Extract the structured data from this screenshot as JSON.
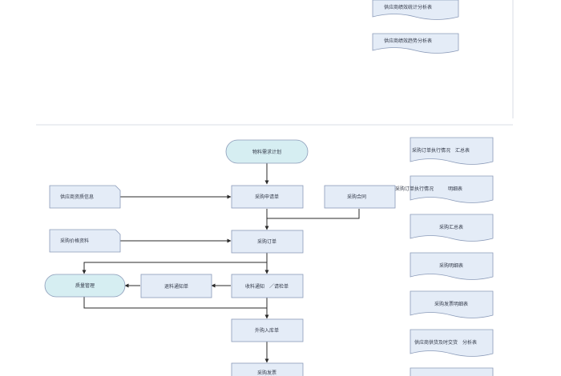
{
  "top_docs": [
    "供应商绩效统计分析表",
    "供应商绩效趋势分析表"
  ],
  "process": {
    "start": "物料需求计划",
    "requisition": "采购申请单",
    "contract": "采购合同",
    "order": "采购订单",
    "receiving": "收料通知　／请检单",
    "return": "退料通知单",
    "quality": "质量管理",
    "inbound": "外购入库单",
    "invoice": "采购发票"
  },
  "inputs": {
    "supplier_info": "供应商资质信息",
    "price_info": "采购价格资料"
  },
  "reports": [
    "采购订单执行情况　汇总表",
    "采购订单执行情况　　　明细表",
    "采购汇总表",
    "采购明细表",
    "采购发票明细表",
    "供应商供货及时交货　分析表",
    ""
  ],
  "colors": {
    "box_fill": "#e4ecf7",
    "box_stroke": "#8a9ab8",
    "terminal_fill": "#d6eef2",
    "line": "#2a2a2a",
    "divider": "#d8dde4"
  }
}
